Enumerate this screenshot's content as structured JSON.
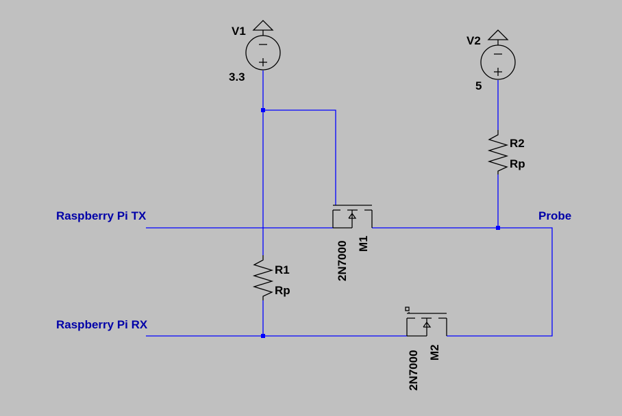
{
  "nets": {
    "tx": "Raspberry Pi TX",
    "rx": "Raspberry Pi RX",
    "probe": "Probe"
  },
  "sources": [
    {
      "name": "V1",
      "value": "3.3"
    },
    {
      "name": "V2",
      "value": "5"
    }
  ],
  "resistors": [
    {
      "name": "R1",
      "value": "Rp"
    },
    {
      "name": "R2",
      "value": "Rp"
    }
  ],
  "mosfets": [
    {
      "name": "M1",
      "model": "2N7000"
    },
    {
      "name": "M2",
      "model": "2N7000"
    }
  ],
  "colors": {
    "background": "#c0c0c0",
    "wire": "#0000ff",
    "net_label": "#0000a8",
    "component": "#000000"
  }
}
